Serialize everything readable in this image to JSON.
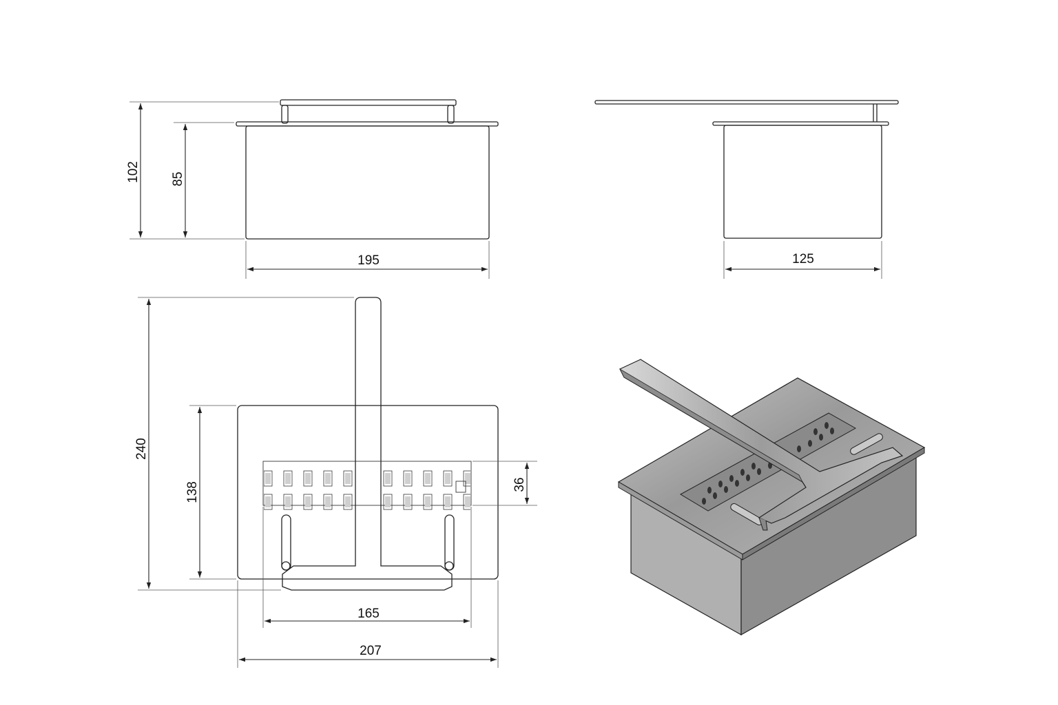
{
  "dimensions": {
    "front_total_height": "102",
    "front_body_height": "85",
    "front_width": "195",
    "side_width": "125",
    "top_total_length": "240",
    "top_body_depth": "138",
    "top_slot_width": "36",
    "top_inner_width": "165",
    "top_outer_width": "207"
  },
  "colors": {
    "line": "#222222",
    "steel_light": "#d6d6d6",
    "steel_mid": "#a8a8a8",
    "steel_dark": "#7c7c7c"
  }
}
